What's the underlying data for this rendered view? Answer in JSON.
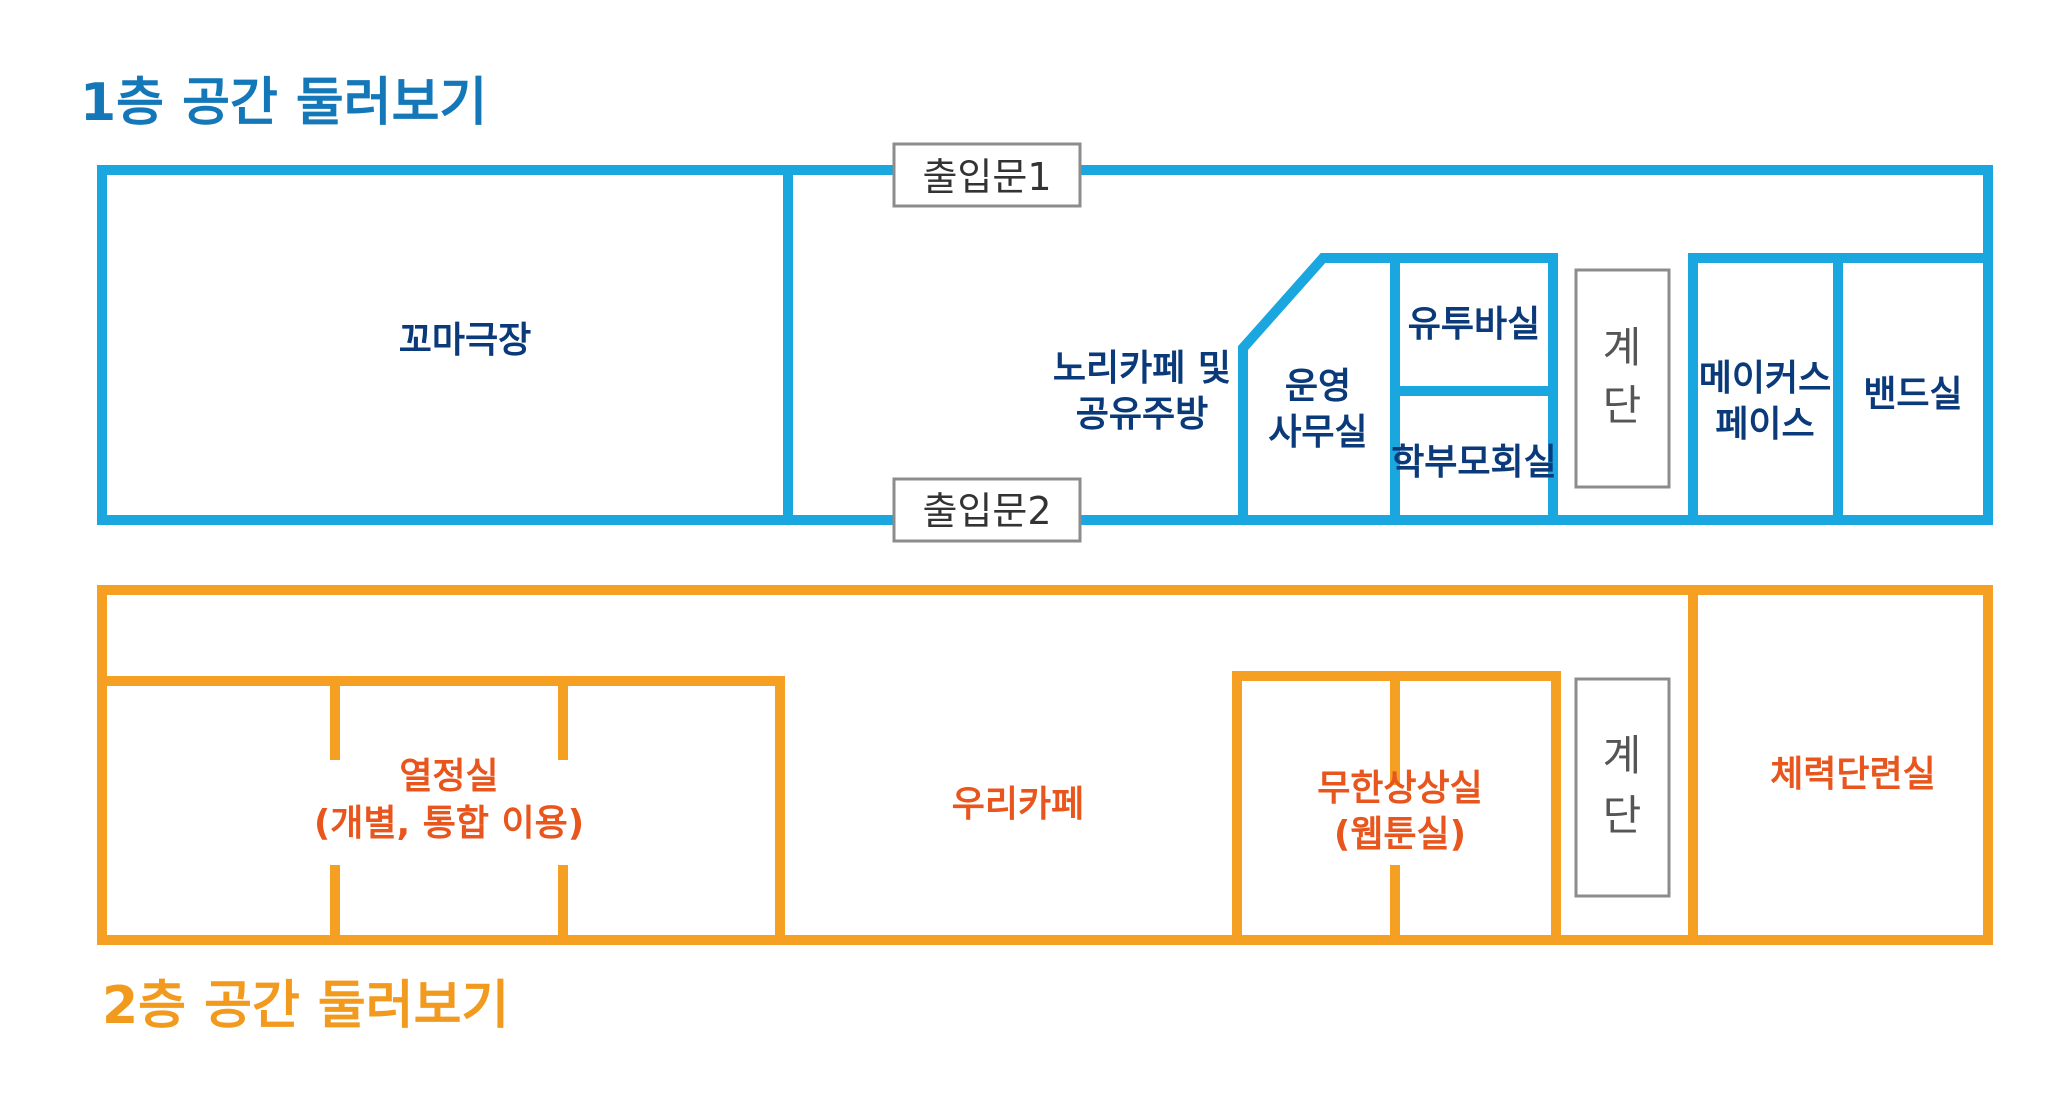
{
  "colors": {
    "floor1": "#1aa7df",
    "floor2": "#f5a023",
    "floor1_heading": "#1478b8",
    "floor2_heading": "#f29a1e",
    "floor1_label": "#0a3a7a",
    "floor2_label": "#e8561d",
    "neutral_box": "#8c8c8c"
  },
  "floor1": {
    "heading": "1층 공간 둘러보기",
    "doors": [
      "출입문1",
      "출입문2"
    ],
    "rooms": {
      "theater": "꼬마극장",
      "nori_cafe": [
        "노리카페 및",
        "공유주방"
      ],
      "office": [
        "운영",
        "사무실"
      ],
      "youtube": "유투바실",
      "parents": "학부모회실",
      "stairs": [
        "계",
        "단"
      ],
      "maker": [
        "메이커스",
        "페이스"
      ],
      "band": "밴드실"
    }
  },
  "floor2": {
    "heading": "2층 공간 둘러보기",
    "rooms": {
      "passion": [
        "열정실",
        "(개별, 통합 이용)"
      ],
      "uri_cafe": "우리카페",
      "imagination": [
        "무한상상실",
        "(웹툰실)"
      ],
      "stairs": [
        "계",
        "단"
      ],
      "fitness": "체력단련실"
    }
  }
}
